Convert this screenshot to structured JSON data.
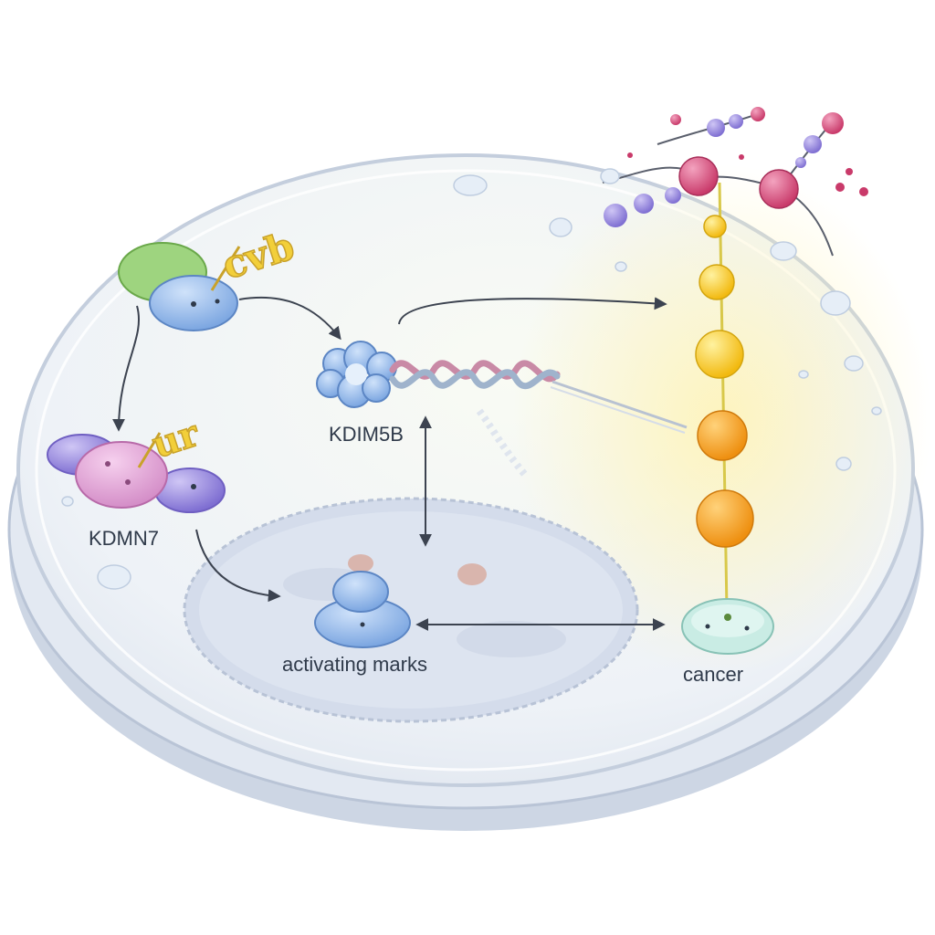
{
  "labels": {
    "kdim5b": "KDIM5B",
    "kdmn7": "KDMN7",
    "activating_marks": "activating marks",
    "cancer": "cancer"
  },
  "glyph_text": {
    "upper": "cvb",
    "lower": "ur"
  },
  "colors": {
    "dish_fill": "#eef1f6",
    "dish_rim": "#c9d2e0",
    "nucleus": "#d7dfec",
    "enzyme_blue": "#8fb4e6",
    "enzyme_green": "#8ccf72",
    "enzyme_pink": "#e6a6d8",
    "enzyme_purple": "#a98fe0",
    "glyph_yellow": "#f2cf3a",
    "bead_yellow": "#f7cf2f",
    "bead_orange": "#f5a623",
    "cancer_cell": "#bfe6df",
    "arrow": "#3c4350",
    "signal_pink": "#d9547f",
    "signal_purple": "#9a8ce0"
  }
}
